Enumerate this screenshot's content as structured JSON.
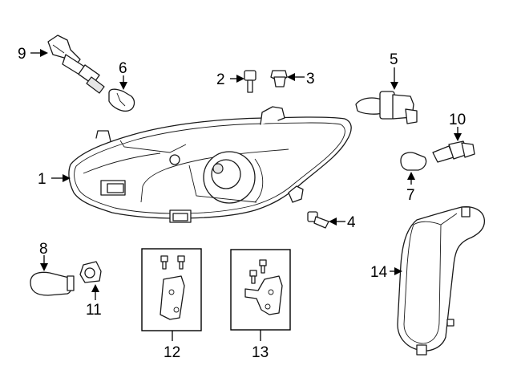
{
  "diagram": {
    "callouts": [
      {
        "id": "c1",
        "label": "1"
      },
      {
        "id": "c2",
        "label": "2"
      },
      {
        "id": "c3",
        "label": "3"
      },
      {
        "id": "c4",
        "label": "4"
      },
      {
        "id": "c5",
        "label": "5"
      },
      {
        "id": "c6",
        "label": "6"
      },
      {
        "id": "c7",
        "label": "7"
      },
      {
        "id": "c8",
        "label": "8"
      },
      {
        "id": "c9",
        "label": "9"
      },
      {
        "id": "c10",
        "label": "10"
      },
      {
        "id": "c11",
        "label": "11"
      },
      {
        "id": "c12",
        "label": "12"
      },
      {
        "id": "c13",
        "label": "13"
      },
      {
        "id": "c14",
        "label": "14"
      }
    ],
    "colors": {
      "line": "#1a1a1a",
      "fill": "#ffffff",
      "shade": "#e6e6e6"
    }
  }
}
